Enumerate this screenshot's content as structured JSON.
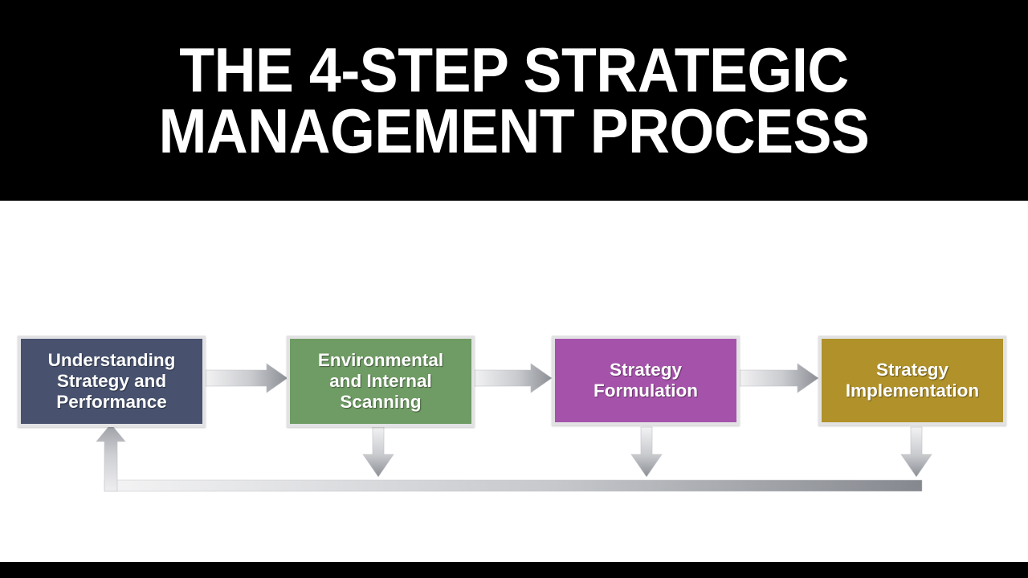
{
  "slide": {
    "title": "THE 4-STEP STRATEGIC\nMANAGEMENT PROCESS",
    "background_color": "#000000",
    "canvas_color": "#ffffff"
  },
  "diagram": {
    "type": "process-flow-with-feedback-loop",
    "steps": [
      {
        "index": 1,
        "label": "Understanding\nStrategy and\nPerformance",
        "fill_color": "#48526f",
        "border_color": "#e2e2e4"
      },
      {
        "index": 2,
        "label": "Environmental\nand Internal\nScanning",
        "fill_color": "#6f9b64",
        "border_color": "#e2e2e4"
      },
      {
        "index": 3,
        "label": "Strategy\nFormulation",
        "fill_color": "#a553aa",
        "border_color": "#e2e2e4"
      },
      {
        "index": 4,
        "label": "Strategy\nImplementation",
        "fill_color": "#b0912a",
        "border_color": "#e2e2e4"
      }
    ],
    "connectors": {
      "forward_arrow_count": 3,
      "feedback_down_arrow_count": 3,
      "feedback_return_arrow_count": 1,
      "arrow_color_light": "#f0f0f1",
      "arrow_color_dark": "#8d9096"
    }
  }
}
